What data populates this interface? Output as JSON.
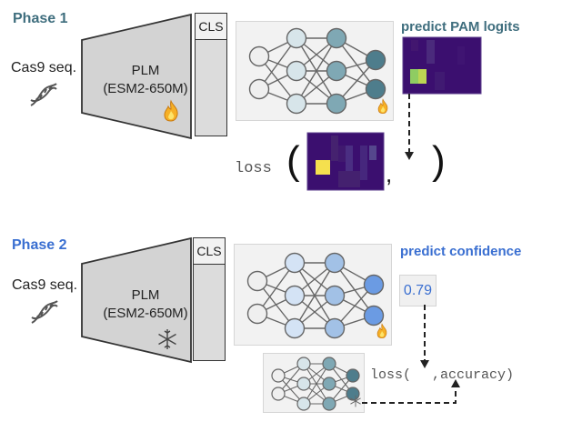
{
  "phase1": {
    "title": "Phase 1",
    "input_label": "Cas9 seq.",
    "plm_name": "PLM",
    "plm_model": "(ESM2-650M)",
    "plm_state_icon": "fire-icon",
    "cls_label": "CLS",
    "head_state_icon": "fire-icon",
    "output_title": "predict PAM logits",
    "loss_label": "loss",
    "loss_open": "(",
    "loss_comma": ",",
    "loss_close": ")"
  },
  "phase2": {
    "title": "Phase 2",
    "input_label": "Cas9 seq.",
    "plm_name": "PLM",
    "plm_model": "(ESM2-650M)",
    "plm_state_icon": "snowflake-icon",
    "cls_label": "CLS",
    "head_state_icon": "fire-icon",
    "output_title": "predict confidence",
    "confidence_value": "0.79",
    "frozen_head_icon": "snowflake-icon",
    "loss_text_start": "loss(",
    "loss_text_end": ",accuracy)"
  },
  "colors": {
    "phase1_accent": "#3f6e7e",
    "phase2_accent": "#3a6fd1",
    "heatmap_bg": "#3b0f6f",
    "heatmap_peak_pred": "#a9d25a",
    "heatmap_peak_true": "#f5e04e"
  }
}
